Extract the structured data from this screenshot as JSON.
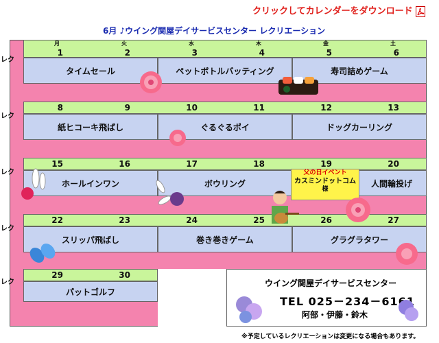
{
  "header": {
    "download_link": "クリックしてカレンダーをダウンロード",
    "title": "6月 ♪ウイング関屋デイサービスセンター レクリエーション"
  },
  "row_label": "レク",
  "weekdays": [
    "月",
    "火",
    "水",
    "木",
    "金",
    "土"
  ],
  "weeks": [
    {
      "days": [
        "1",
        "2",
        "3",
        "4",
        "5",
        "6"
      ],
      "activities": [
        "タイムセール",
        "ペットボトルバッティング",
        "寿司詰めゲーム"
      ]
    },
    {
      "days": [
        "8",
        "9",
        "10",
        "11",
        "12",
        "13"
      ],
      "activities": [
        "紙ヒコーキ飛ばし",
        "ぐるぐるポイ",
        "ドッグカーリング"
      ]
    },
    {
      "days": [
        "15",
        "16",
        "17",
        "18",
        "19",
        "20"
      ],
      "activities": [
        "ホールインワン",
        "ボウリング",
        "人間輪投げ"
      ]
    },
    {
      "days": [
        "22",
        "23",
        "24",
        "25",
        "26",
        "27"
      ],
      "activities": [
        "スリッパ飛ばし",
        "巻き巻きゲーム",
        "グラグラタワー"
      ]
    },
    {
      "days": [
        "29",
        "30"
      ],
      "activities": [
        "パットゴルフ"
      ]
    }
  ],
  "event": {
    "line1": "父の日イベント",
    "line2": "カスミンドットコム",
    "line3": "様"
  },
  "info": {
    "name": "ウイング関屋デイサービスセンター",
    "tel": "TEL 025－234－6161",
    "staff": "阿部・伊藤・鈴木"
  },
  "footnote": "※予定しているレクリエーションは変更になる場合もあります。",
  "colors": {
    "pink": "#f483ae",
    "green": "#c9f59b",
    "blue": "#c7d3f1",
    "title": "#1a2bb0",
    "link": "#e0201c"
  }
}
